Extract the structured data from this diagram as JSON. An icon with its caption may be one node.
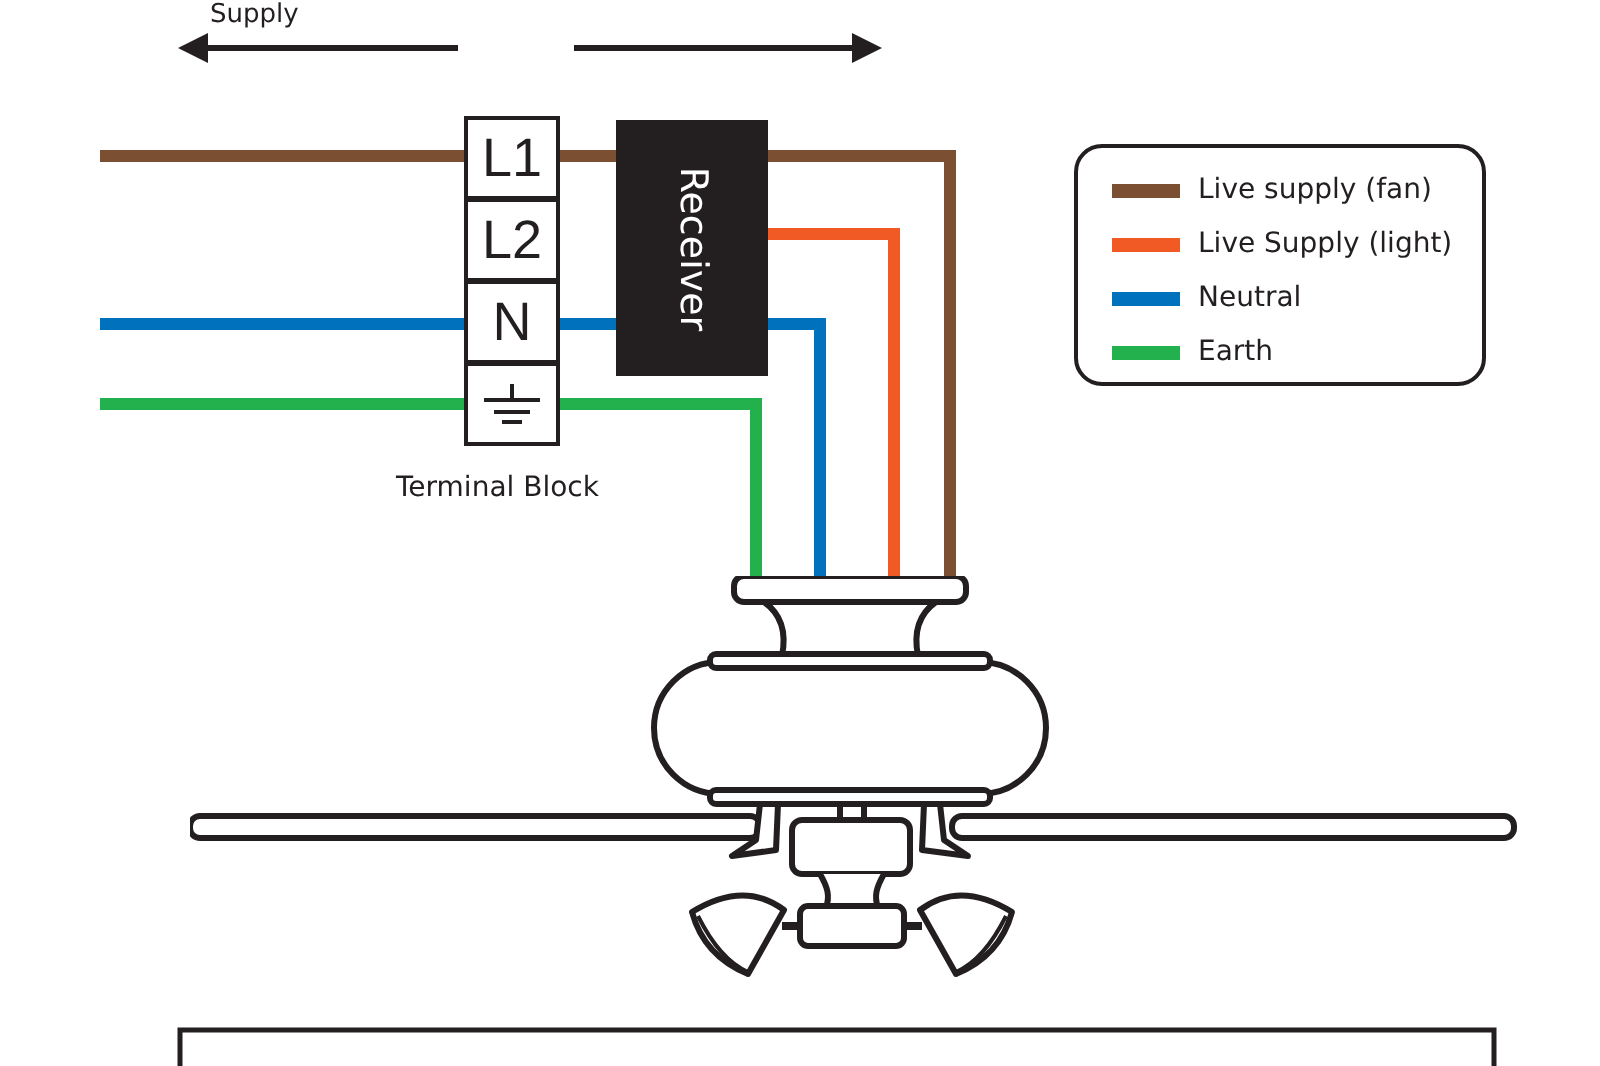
{
  "diagram": {
    "nodes": [
      {
        "text": [
          "L1"
        ]
      },
      {
        "text": [
          "L2"
        ]
      },
      {
        "text": [
          "N"
        ]
      },
      {
        "text": [],
        "shape": "box"
      },
      {
        "text": [
          "Receiver"
        ]
      },
      {
        "text": [],
        "shape": "picture"
      }
    ],
    "edges": [
      {
        "from": null,
        "to": 0,
        "arrow": "none",
        "color": "#7b4f32"
      },
      {
        "from": null,
        "to": 2,
        "arrow": "none",
        "color": "#0071bc"
      },
      {
        "from": null,
        "to": 3,
        "arrow": "none",
        "color": "#22b14c"
      },
      {
        "from": 0,
        "to": 4,
        "arrow": "none",
        "color": "#7b4f32"
      },
      {
        "from": 2,
        "to": 4,
        "arrow": "none",
        "color": "#0071bc"
      },
      {
        "from": 4,
        "to": 5,
        "arrow": "none",
        "color": "#7b4f32"
      },
      {
        "from": 4,
        "to": 5,
        "arrow": "none",
        "color": "#f15a24"
      },
      {
        "from": 4,
        "to": 5,
        "arrow": "none",
        "color": "#0071bc"
      },
      {
        "from": 3,
        "to": 5,
        "arrow": "none",
        "color": "#22b14c"
      }
    ],
    "labels": [
      "Supply",
      "Terminal Block"
    ],
    "legend": [
      {
        "text": "Live supply (fan)",
        "color": "#7b4f32"
      },
      {
        "text": "Live Supply (light)",
        "color": "#f15a24"
      },
      {
        "text": "Neutral",
        "color": "#0071bc"
      },
      {
        "text": "Earth",
        "color": "#22b14c"
      }
    ]
  }
}
